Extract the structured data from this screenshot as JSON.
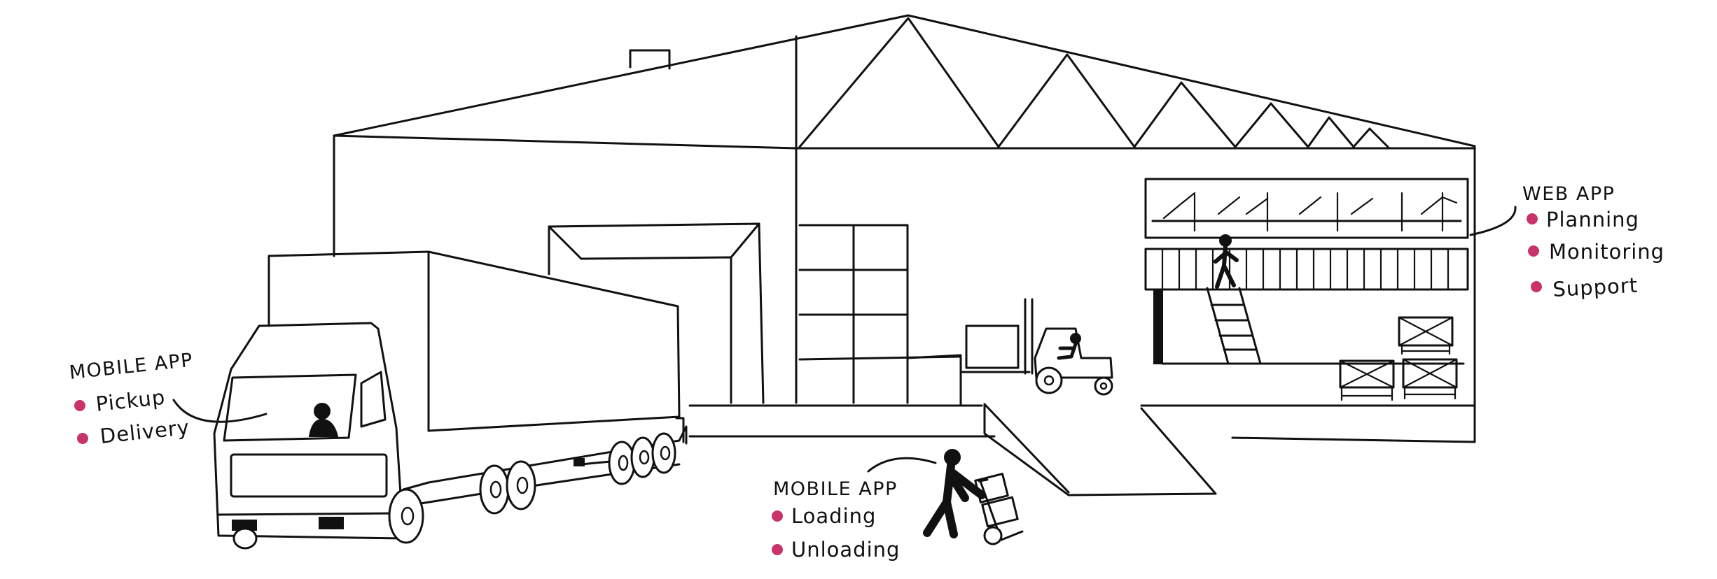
{
  "annotations": {
    "truck_app": {
      "title": "MOBILE APP",
      "items": [
        "Pickup",
        "Delivery"
      ]
    },
    "dock_app": {
      "title": "MOBILE APP",
      "items": [
        "Loading",
        "Unloading"
      ]
    },
    "web_app": {
      "title": "WEB APP",
      "items": [
        "Planning",
        "Monitoring",
        "Support"
      ]
    }
  },
  "colors": {
    "ink": "#111111",
    "bullet": "#c8336a",
    "background": "#ffffff"
  }
}
